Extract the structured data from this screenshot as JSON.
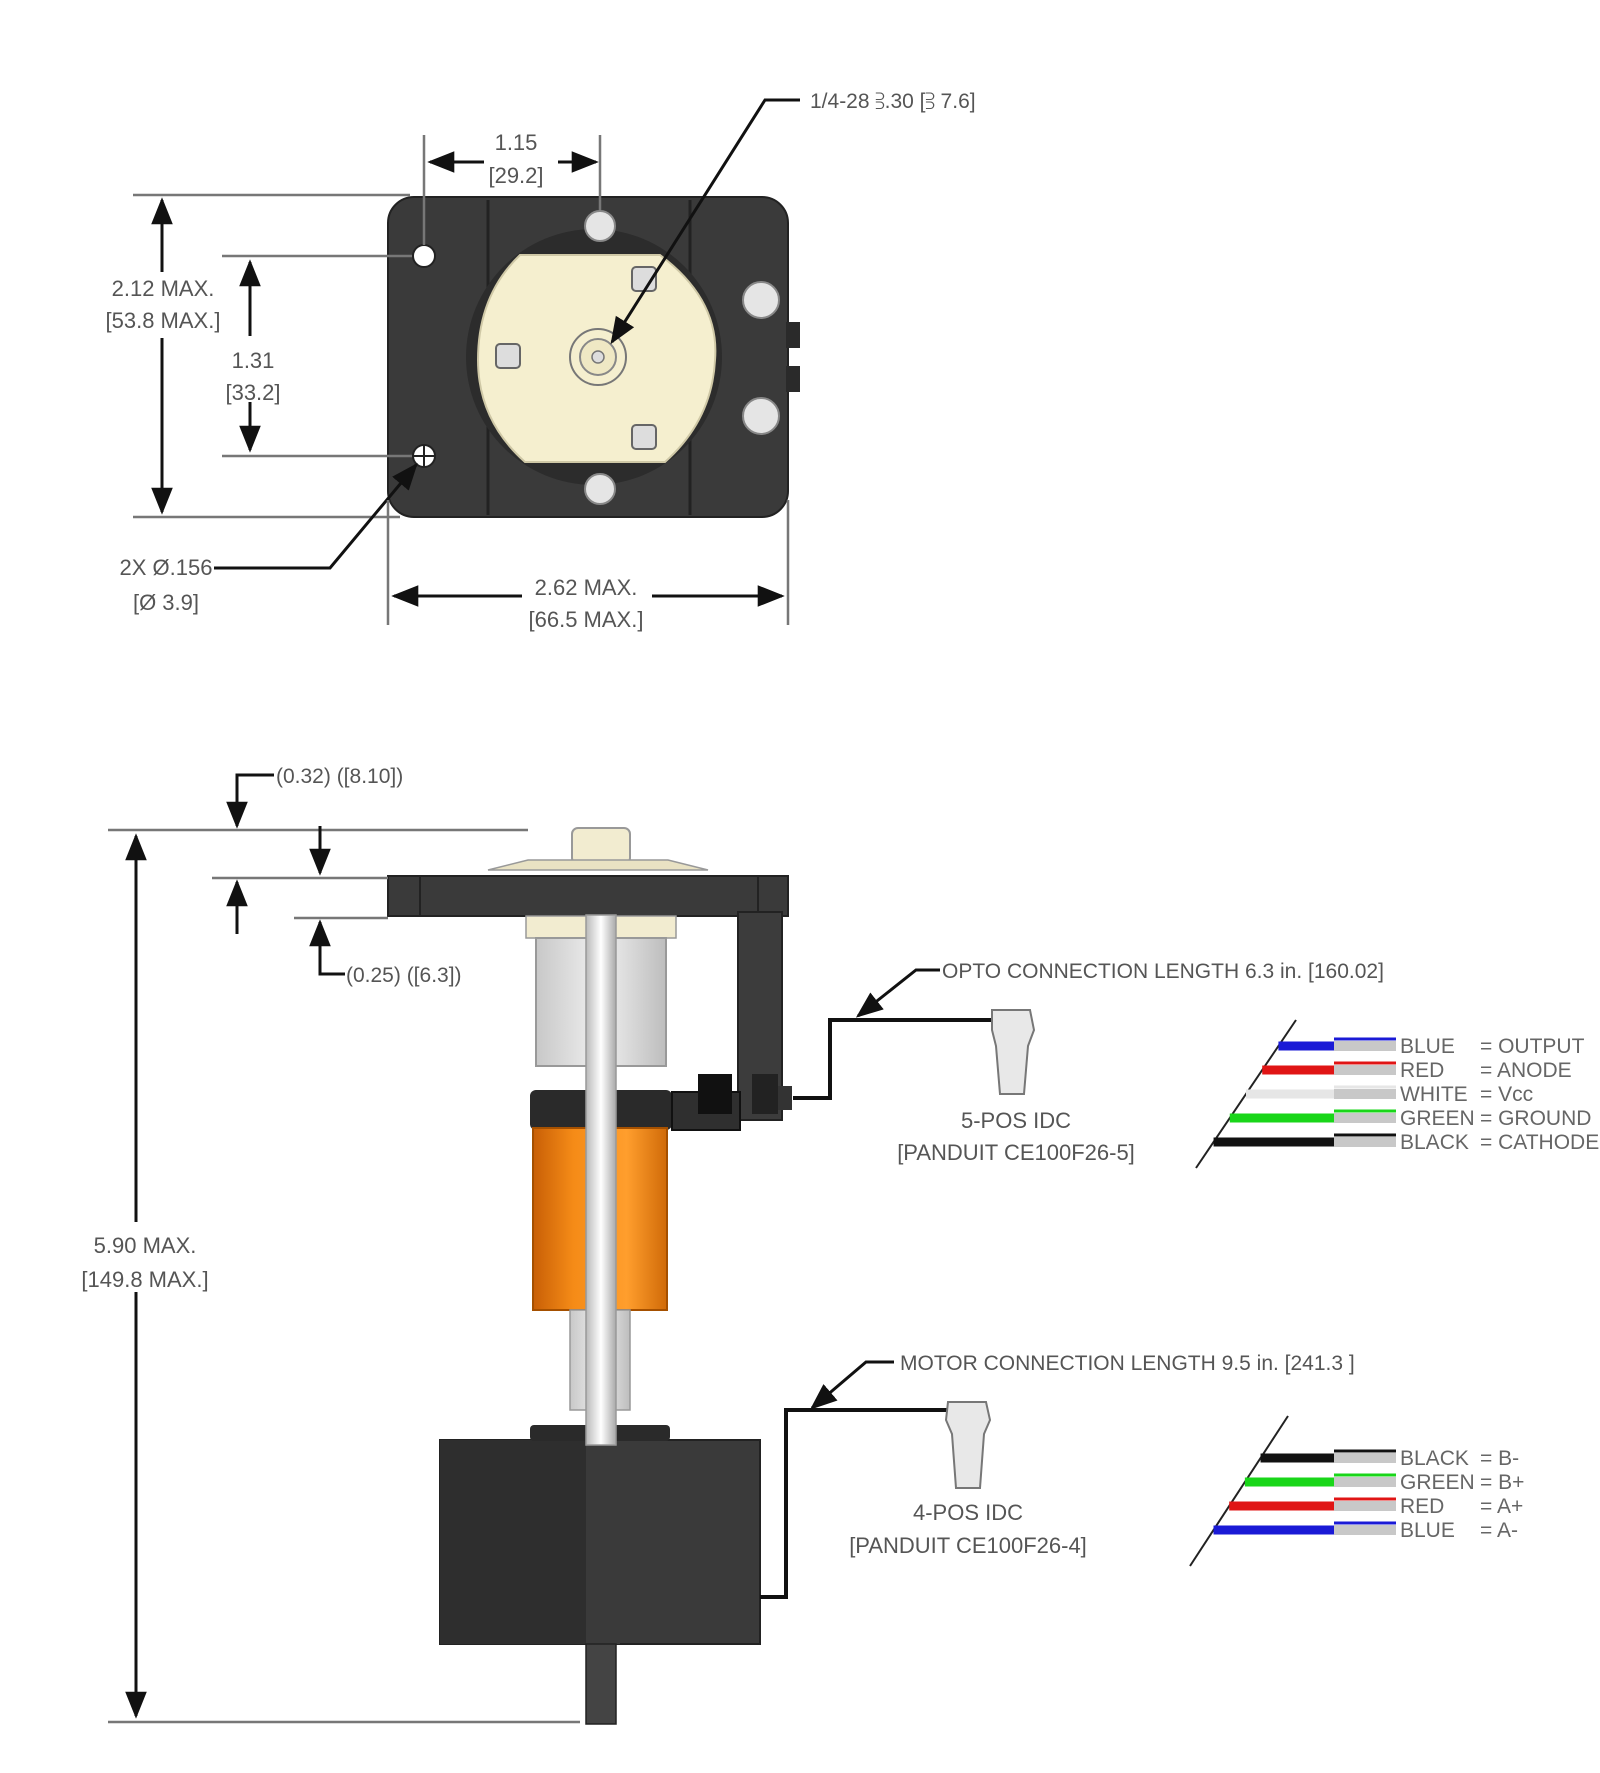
{
  "front_view": {
    "thread_callout": "1/4-28 ⫖.30 [⫖ 7.6]",
    "width_hole_spacing": "1.15",
    "width_hole_spacing_mm": "[29.2]",
    "height_max": "2.12 MAX.",
    "height_max_mm": "[53.8 MAX.]",
    "hole_vertical_spacing": "1.31",
    "hole_vertical_spacing_mm": "[33.2]",
    "hole_callout": "2X Ø.156",
    "hole_callout_mm": "[Ø 3.9]",
    "width_max": "2.62 MAX.",
    "width_max_mm": "[66.5 MAX.]"
  },
  "side_view": {
    "top_offset": "(0.32) ([8.10])",
    "plate_thickness": "(0.25) ([6.3])",
    "overall_height": "5.90 MAX.",
    "overall_height_mm": "[149.8 MAX.]",
    "opto_connection": "OPTO CONNECTION LENGTH 6.3 in. [160.02]",
    "opto_connector": "5-POS IDC",
    "opto_connector_part": "[PANDUIT CE100F26-5]",
    "motor_connection": "MOTOR CONNECTION LENGTH 9.5 in. [241.3 ]",
    "motor_connector": "4-POS IDC",
    "motor_connector_part": "[PANDUIT CE100F26-4]"
  },
  "opto_wires": [
    {
      "color": "BLUE",
      "function": "= OUTPUT",
      "hex": "#1a1ad6"
    },
    {
      "color": "RED",
      "function": "= ANODE",
      "hex": "#e01515"
    },
    {
      "color": "WHITE",
      "function": "= Vcc",
      "hex": "#e6e6e6"
    },
    {
      "color": "GREEN",
      "function": "= GROUND",
      "hex": "#19d619"
    },
    {
      "color": "BLACK",
      "function": "= CATHODE",
      "hex": "#111111"
    }
  ],
  "motor_wires": [
    {
      "color": "BLACK",
      "function": "= B-",
      "hex": "#111111"
    },
    {
      "color": "GREEN",
      "function": "= B+",
      "hex": "#19d619"
    },
    {
      "color": "RED",
      "function": "= A+",
      "hex": "#e01515"
    },
    {
      "color": "BLUE",
      "function": "= A-",
      "hex": "#1a1ad6"
    }
  ],
  "colors": {
    "housing": "#3a3a3a",
    "disc": "#f5efcf",
    "orange_body": "#f08a17",
    "motor": "#333333"
  }
}
